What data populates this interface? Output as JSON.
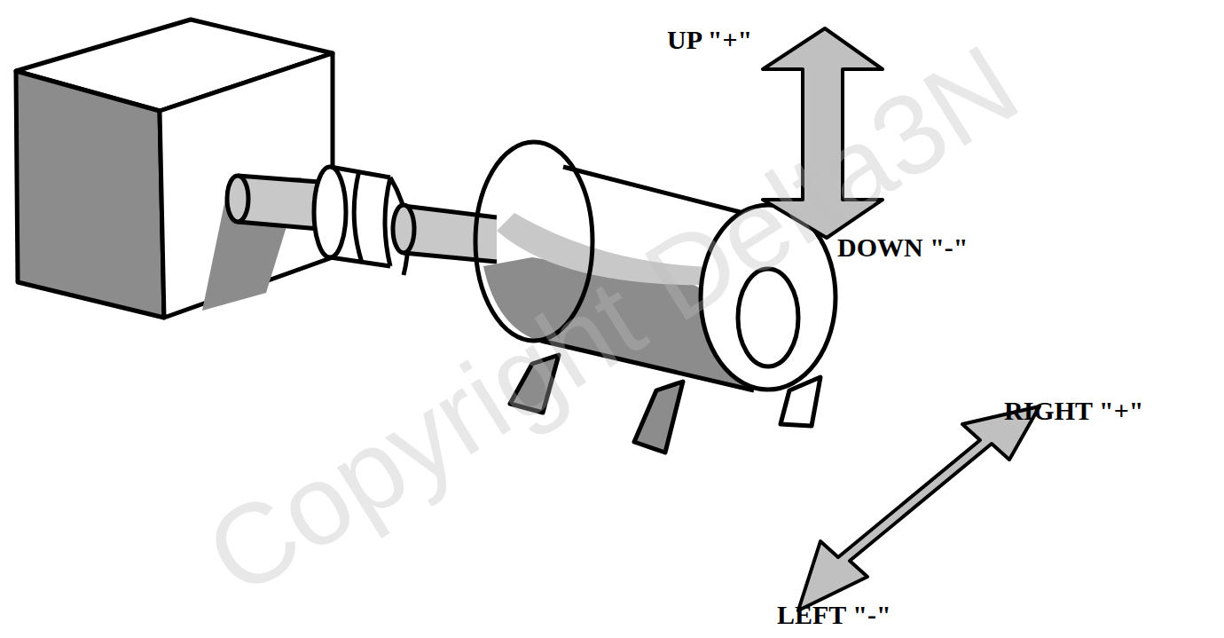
{
  "diagram": {
    "labels": [
      "UP \"+\"",
      "DOWN \"-\"",
      "RIGHT \"+\"",
      "LEFT \"-\"",
      "Copyright Delta3N"
    ]
  }
}
